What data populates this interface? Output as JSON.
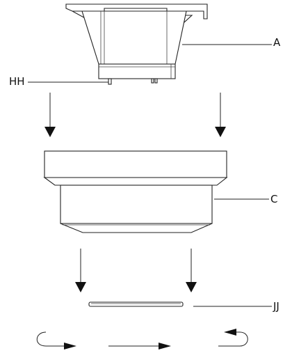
{
  "labels": {
    "a": "A",
    "hh": "HH",
    "c": "C",
    "jj": "JJ"
  },
  "colors": {
    "stroke": "#222222",
    "background": "#ffffff"
  },
  "icons": [
    "down-arrow-icon",
    "rotation-arrow-icon"
  ]
}
